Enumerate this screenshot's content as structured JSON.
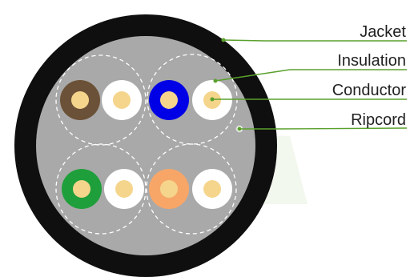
{
  "labels": {
    "jacket": "Jacket",
    "insulation": "Insulation",
    "conductor": "Conductor",
    "ripcord": "Ripcord"
  },
  "colors": {
    "jacket": "#0f0f0f",
    "core_fill": "#a9a9a9",
    "leader_line": "#5aa02c",
    "conductor": "#f5d58c",
    "pair_dash": "#ffffff",
    "pairs": [
      {
        "solid": "#6b5137",
        "striped": "#ffffff"
      },
      {
        "solid": "#0000e6",
        "striped": "#ffffff"
      },
      {
        "solid": "#1f9f3b",
        "striped": "#ffffff"
      },
      {
        "solid": "#f7a668",
        "striped": "#ffffff"
      }
    ]
  }
}
